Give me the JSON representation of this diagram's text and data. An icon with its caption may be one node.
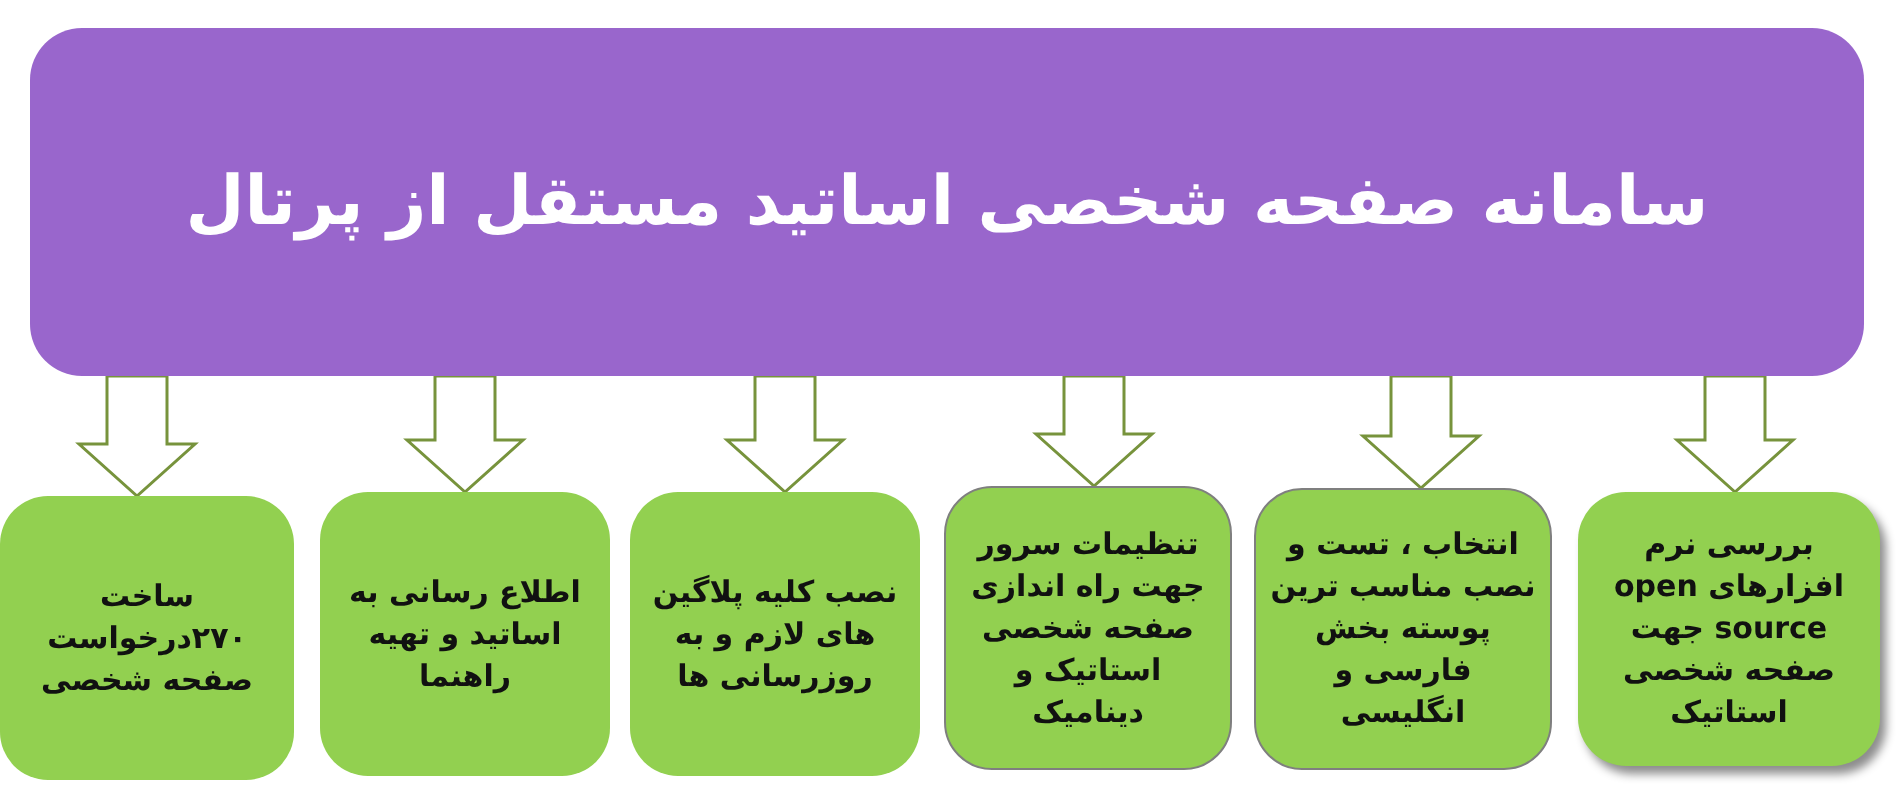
{
  "diagram": {
    "nodes": [
      {
        "text": [
          "سامانه صفحه شخصی اساتید مستقل از پرتال"
        ]
      },
      {
        "text": [
          "بررسی نرم افزارهای open source جهت صفحه شخصی استاتیک"
        ]
      },
      {
        "text": [
          "انتخاب ، تست و نصب مناسب ترین پوسته بخش فارسی و انگلیسی"
        ]
      },
      {
        "text": [
          "تنظیمات سرور جهت راه اندازی صفحه شخصی استاتیک و دینامیک"
        ]
      },
      {
        "text": [
          "نصب کلیه پلاگین های لازم و به روزرسانی ها"
        ]
      },
      {
        "text": [
          "اطلاع رسانی به اساتید و تهیه راهنما"
        ]
      },
      {
        "text": [
          "ساخت ۲۷۰درخواست صفحه شخصی"
        ]
      }
    ],
    "edges": [
      {
        "from": 0,
        "to": 1,
        "arrow": "to"
      },
      {
        "from": 0,
        "to": 2,
        "arrow": "to"
      },
      {
        "from": 0,
        "to": 3,
        "arrow": "to"
      },
      {
        "from": 0,
        "to": 4,
        "arrow": "to"
      },
      {
        "from": 0,
        "to": 5,
        "arrow": "to"
      },
      {
        "from": 0,
        "to": 6,
        "arrow": "to"
      }
    ]
  }
}
